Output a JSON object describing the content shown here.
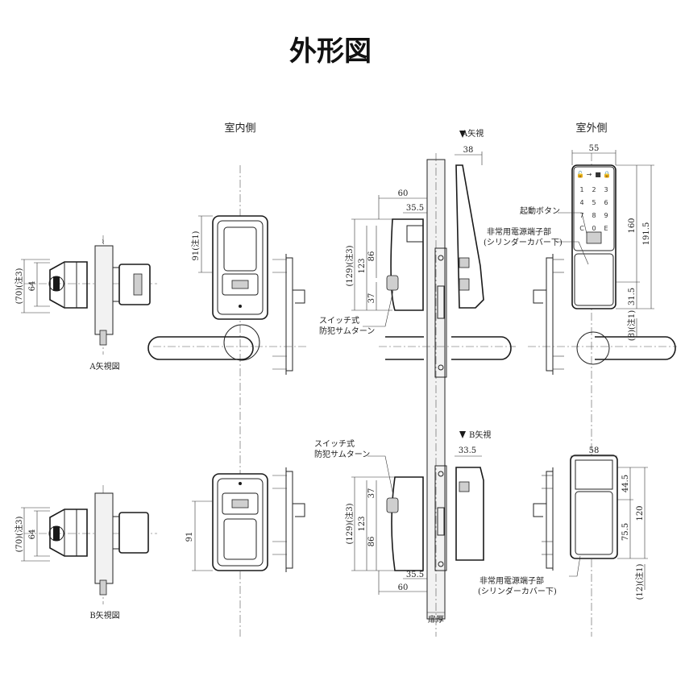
{
  "title": "外形図",
  "headings": {
    "indoor": "室内側",
    "outdoor": "室外側"
  },
  "views": {
    "a_view_label": "A矢視",
    "b_view_label": "B矢視",
    "a_view_caption": "A矢視図",
    "b_view_caption": "B矢視図"
  },
  "callouts": {
    "switch_thumbturn_top_1": "スイッチ式",
    "switch_thumbturn_top_2": "防犯サムターン",
    "switch_thumbturn_bot_1": "スイッチ式",
    "switch_thumbturn_bot_2": "防犯サムターン",
    "start_button": "起動ボタン",
    "power_terminal_top_1": "非常用電源端子部",
    "power_terminal_top_2": "(シリンダーカバー下)",
    "power_terminal_bot_1": "非常用電源端子部",
    "power_terminal_bot_2": "(シリンダーカバー下)",
    "door_thickness": "扉厚"
  },
  "dimensions": {
    "a_left_70": "(70)(注3)",
    "a_left_64": "64",
    "b_left_70": "(70)(注3)",
    "b_left_64": "64",
    "indoor_top_91": "91(注1)",
    "indoor_bot_91": "91",
    "side_top_60": "60",
    "side_top_355": "35.5",
    "side_top_38": "38",
    "side_top_129": "(129)(注3)",
    "side_top_123": "123",
    "side_top_86": "86",
    "side_top_37": "37",
    "side_bot_335": "33.5",
    "side_bot_129": "(129)(注3)",
    "side_bot_123": "123",
    "side_bot_37": "37",
    "side_bot_86": "86",
    "side_bot_355": "35.5",
    "side_bot_60": "60",
    "out_top_55": "55",
    "out_top_160": "160",
    "out_top_1915": "191.5",
    "out_top_315": "31.5",
    "out_top_8": "(8)(注1)",
    "out_bot_58": "58",
    "out_bot_445": "44.5",
    "out_bot_120": "120",
    "out_bot_755": "75.5",
    "out_bot_12": "(12)(注1)"
  },
  "keypad": {
    "top_row": [
      "🔓",
      "→",
      "■",
      "🔒"
    ],
    "keys": [
      "1",
      "2",
      "3",
      "4",
      "5",
      "6",
      "7",
      "8",
      "9",
      "C",
      "0",
      "E"
    ]
  }
}
